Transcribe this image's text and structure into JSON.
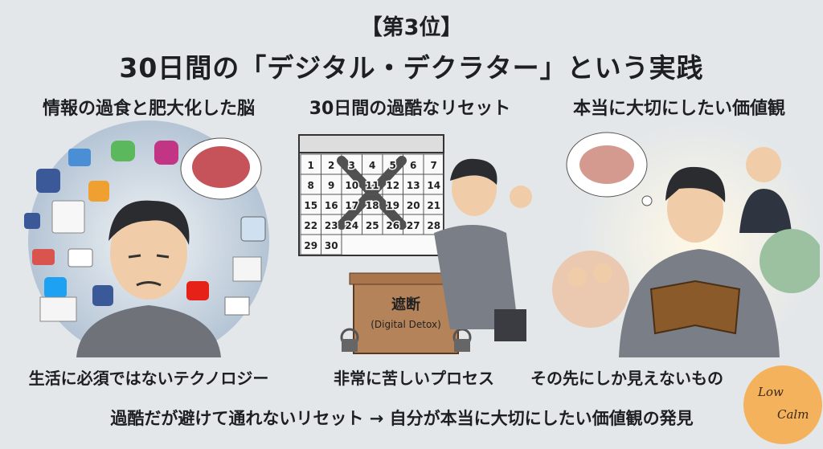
{
  "header": {
    "rank": "【第3位】",
    "title": "30日間の「デジタル・デクラター」という実践"
  },
  "panels": [
    {
      "heading": "情報の過食と肥大化した脳",
      "caption": "生活に必須ではないテクノロジー"
    },
    {
      "heading": "30日間の過酷なリセット",
      "caption": "非常に苦しいプロセス",
      "crate_label": "遮断",
      "crate_sublabel": "(Digital Detox)",
      "calendar_days": [
        "1",
        "2",
        "3",
        "4",
        "5",
        "6",
        "7",
        "8",
        "9",
        "10",
        "11",
        "12",
        "13",
        "14",
        "15",
        "16",
        "17",
        "18",
        "19",
        "20",
        "21",
        "22",
        "23",
        "24",
        "25",
        "26",
        "27",
        "28",
        "29",
        "30"
      ]
    },
    {
      "heading": "本当に大切にしたい価値観",
      "caption": "その先にしか見えないもの"
    }
  ],
  "summary": "過酷だが避けて通れないリセット → 自分が本当に大切にしたい価値観の発見",
  "logo": {
    "line1": "Low",
    "line2": "Calm"
  },
  "colors": {
    "background": "#e3e7e9",
    "logo": "#f4b25c"
  }
}
